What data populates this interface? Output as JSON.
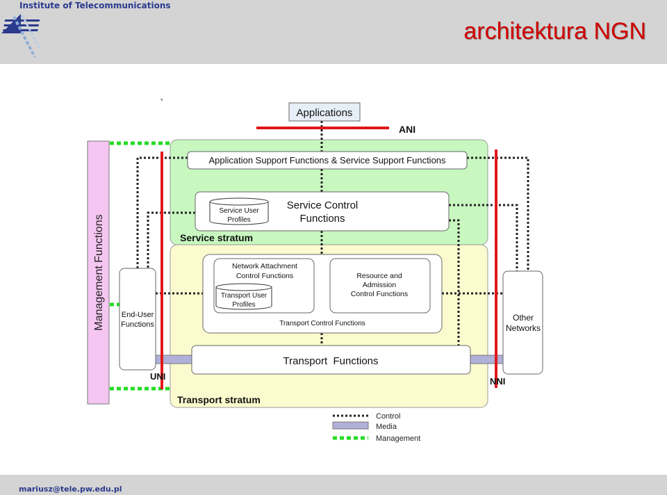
{
  "header": {
    "institute": "Institute of Telecommunications",
    "title": "architektura NGN"
  },
  "footer": {
    "email": "mariusz@tele.pw.edu.pl"
  },
  "diagram": {
    "applications": "Applications",
    "ani": "ANI",
    "uni": "UNI",
    "nni": "NNI",
    "app_support": "Application Support Functions & Service Support Functions",
    "service_control_line1": "Service Control",
    "service_control_line2": "Functions",
    "service_user_profiles_line1": "Service User",
    "service_user_profiles_line2": "Profiles",
    "service_stratum": "Service stratum",
    "nacf_line1": "Network Attachment",
    "nacf_line2": "Control Functions",
    "transport_user_profiles_line1": "Transport User",
    "transport_user_profiles_line2": "Profiles",
    "racf_line1": "Resource and",
    "racf_line2": "Admission",
    "racf_line3": "Control Functions",
    "transport_control": "Transport Control Functions",
    "transport_functions": "Transport  Functions",
    "transport_stratum": "Transport stratum",
    "end_user_line1": "End-User",
    "end_user_line2": "Functions",
    "other_networks_line1": "Other",
    "other_networks_line2": "Networks",
    "management_functions": "Management Functions"
  },
  "legend": {
    "control": "Control",
    "media": "Media",
    "management": "Management"
  },
  "colors": {
    "red_interface": "#e0181c",
    "service_stratum_fill": "#c8f7c0",
    "transport_stratum_fill": "#fbfbcf",
    "management_fill": "#f5c6f2",
    "management_line": "#22dd22",
    "media_fill": "#b0b0d8",
    "title_red": "#d00000",
    "institute_blue": "#2b3a8c"
  }
}
